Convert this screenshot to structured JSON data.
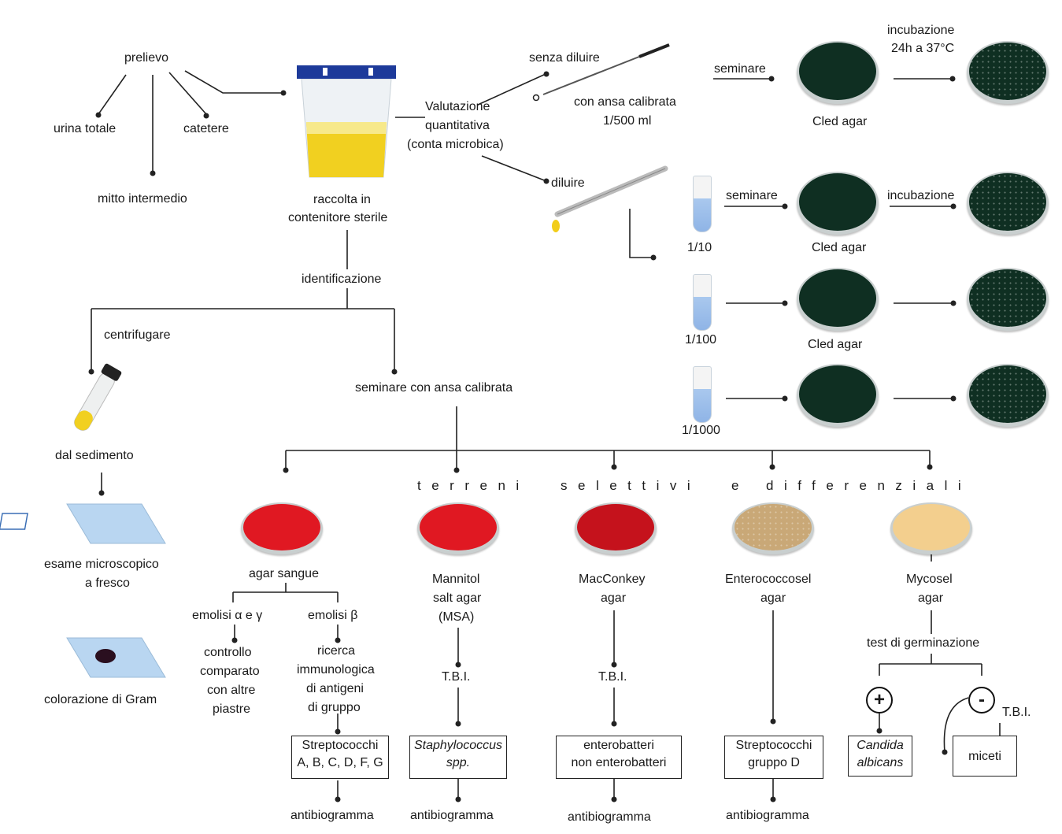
{
  "top": {
    "prelievo": "prelievo",
    "urina_totale": "urina totale",
    "catetere": "catetere",
    "mitto_intermedio": "mitto intermedio",
    "raccolta": [
      "raccolta in",
      "contenitore sterile"
    ],
    "valutazione": [
      "Valutazione",
      "quantitativa",
      "(conta microbica)"
    ],
    "senza_diluire": "senza diluire",
    "con_ansa": [
      "con ansa  calibrata",
      "1/500 ml"
    ],
    "diluire": "diluire",
    "seminare": "seminare",
    "incubazione_24h": [
      "incubazione",
      "24h a 37°C"
    ],
    "incubazione": "incubazione",
    "cled_agar": "Cled agar",
    "dilutions": [
      "1/10",
      "1/100",
      "1/1000"
    ]
  },
  "identificazione": {
    "label": "identificazione",
    "centrifugare": "centrifugare",
    "seminare_ansa": "seminare con ansa calibrata",
    "dal_sedimento": "dal sedimento",
    "esame": [
      "esame microscopico",
      "a fresco"
    ],
    "gram": "colorazione di Gram"
  },
  "terreni_label": [
    "terreni",
    "selettivi",
    "e",
    "differenziali"
  ],
  "media": {
    "agar_sangue": {
      "name": "agar sangue",
      "emolisi_ag": "emolisi α e γ",
      "emolisi_b": "emolisi β",
      "controllo": [
        "controllo",
        "comparato",
        "con altre",
        "piastre"
      ],
      "ricerca": [
        "ricerca",
        "immunologica",
        "di antigeni",
        "di gruppo"
      ],
      "result": [
        "Streptococchi",
        "A, B, C, D, F, G"
      ],
      "abg": "antibiogramma"
    },
    "msa": {
      "name": [
        "Mannitol",
        "salt agar",
        "(MSA)"
      ],
      "tbi": "T.B.I.",
      "result": [
        "Staphylococcus",
        "spp."
      ],
      "abg": "antibiogramma"
    },
    "macconkey": {
      "name": [
        "MacConkey",
        "agar"
      ],
      "tbi": "T.B.I.",
      "result": [
        "enterobatteri",
        "non enterobatteri"
      ],
      "abg": "antibiogramma"
    },
    "enterococcosel": {
      "name": [
        "Enterococcosel",
        "agar"
      ],
      "result": [
        "Streptococchi",
        "gruppo D"
      ],
      "abg": "antibiogramma"
    },
    "mycosel": {
      "name": [
        "Mycosel",
        "agar"
      ],
      "test": "test di germinazione",
      "plus": "+",
      "minus": "-",
      "tbi": "T.B.I.",
      "candida": [
        "Candida",
        "albicans"
      ],
      "miceti": "miceti"
    }
  },
  "colors": {
    "cled": "#0f2f22",
    "blood": "#e01822",
    "mac": "#c5121c",
    "entero": "#c9a877",
    "mycosel": "#f3cf8e",
    "urine": "#f1d020",
    "lid": "#1d3a9a"
  }
}
